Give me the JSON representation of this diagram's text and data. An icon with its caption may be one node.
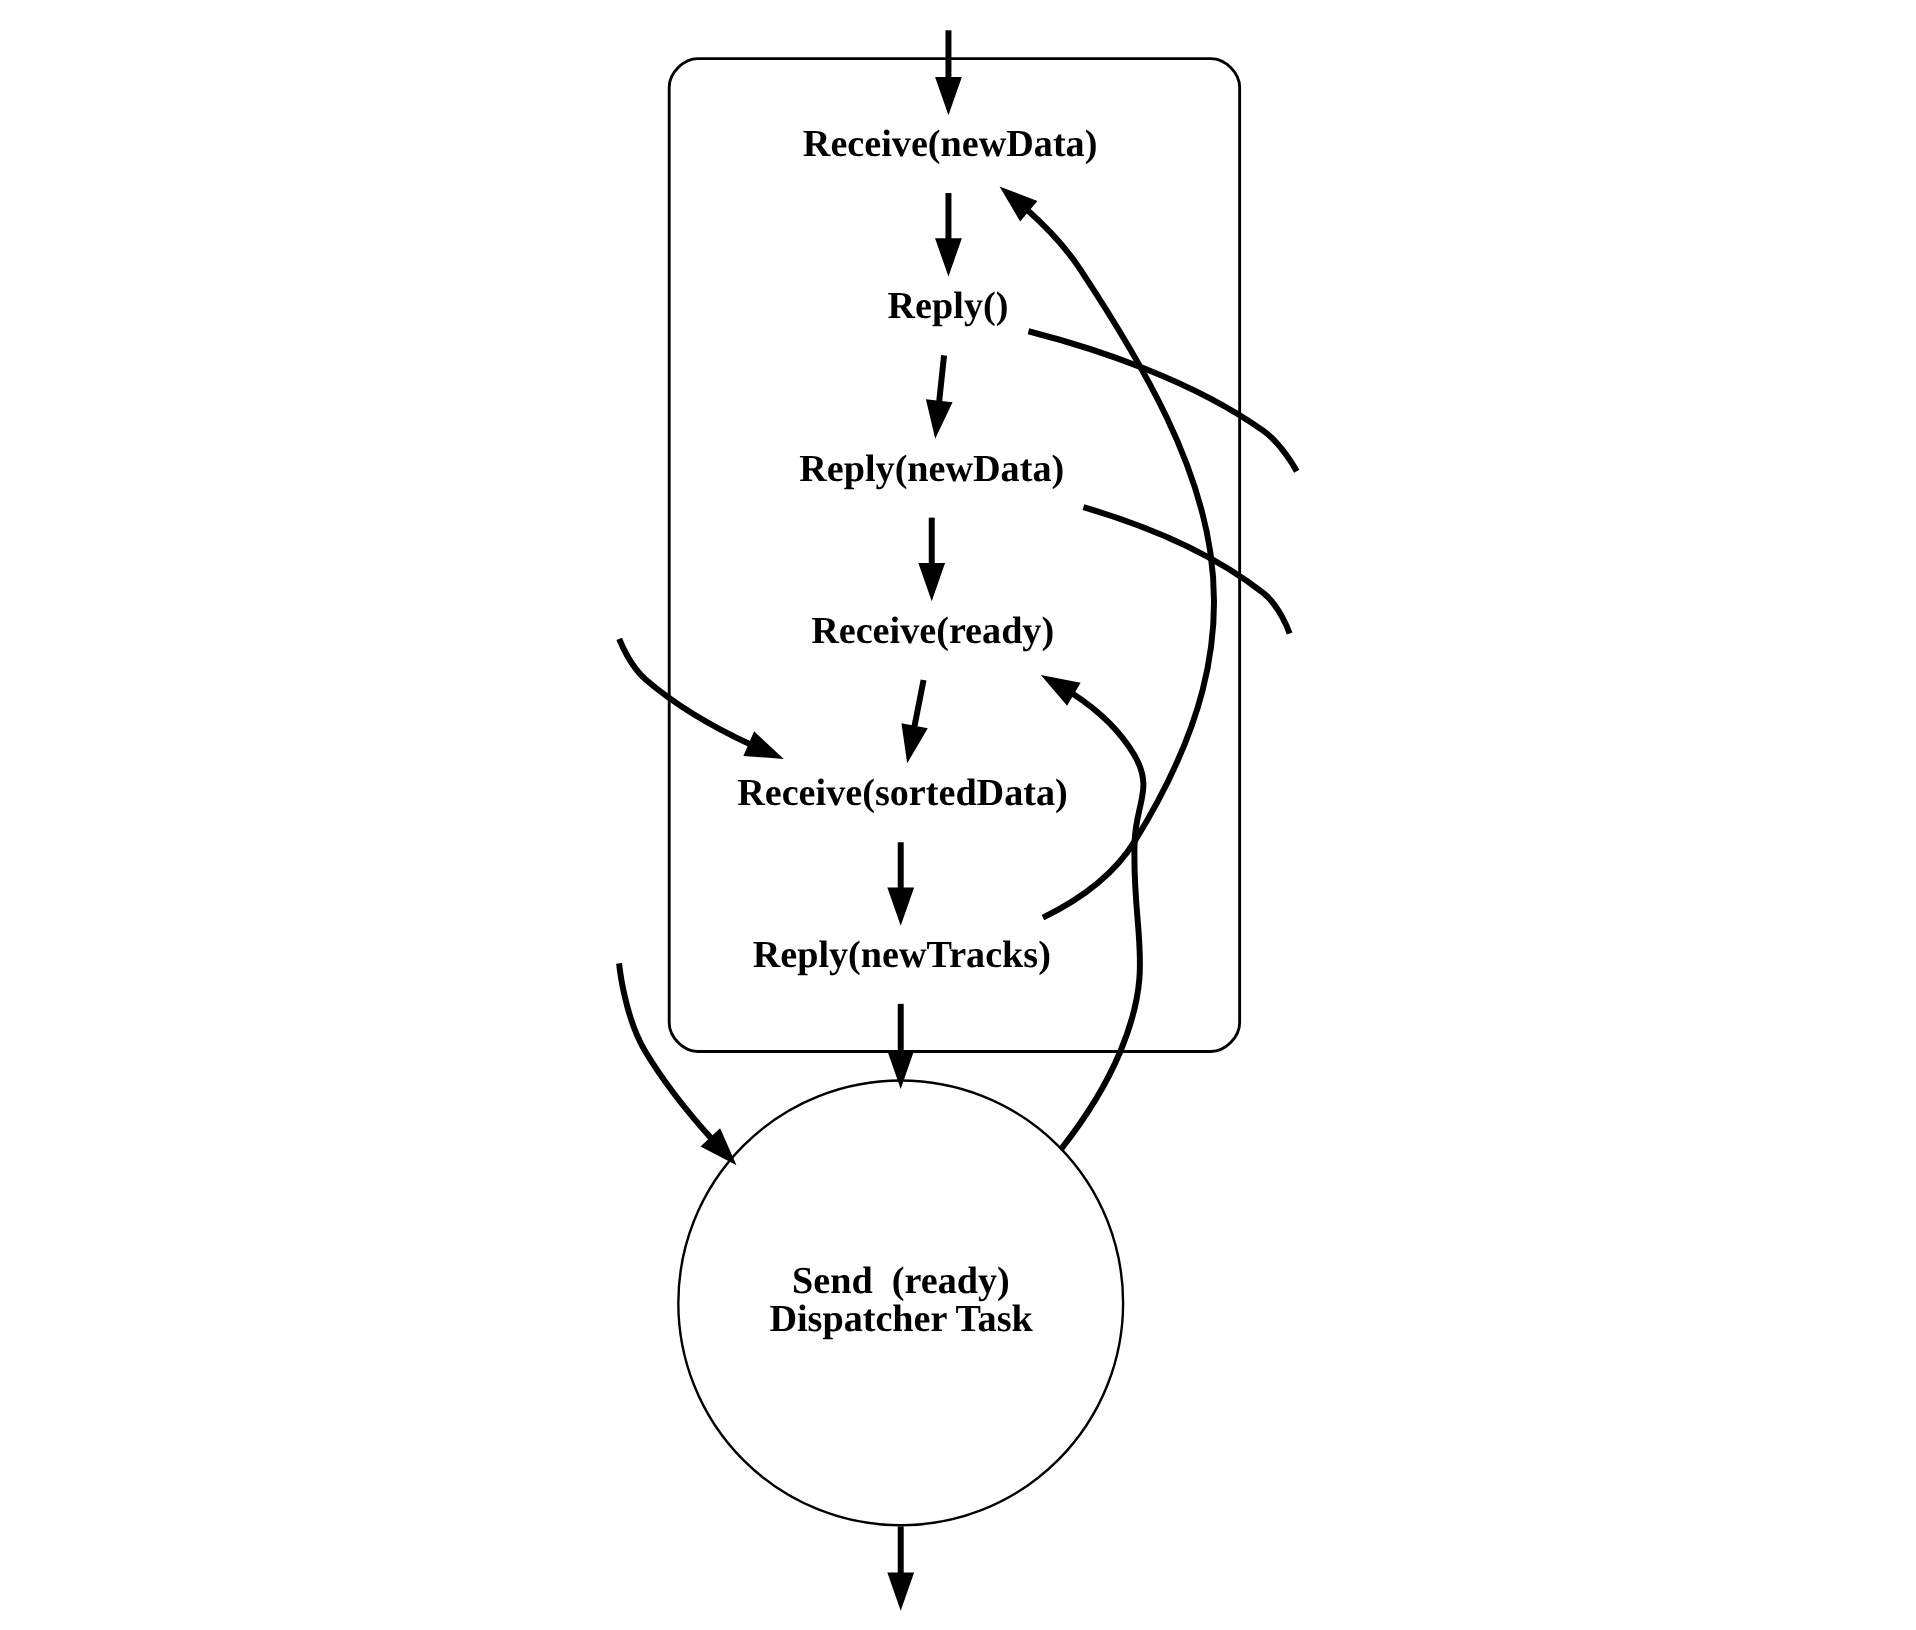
{
  "diagram": {
    "nodes": [
      {
        "text": [],
        "shape": "box"
      },
      {
        "text": [
          "Receive(newData)"
        ],
        "in": 0
      },
      {
        "text": [
          "Reply()"
        ],
        "in": 0
      },
      {
        "text": [
          "Reply(newData)"
        ],
        "in": 0
      },
      {
        "text": [
          "Receive(ready)"
        ],
        "in": 0
      },
      {
        "text": [
          "Receive(sortedData)"
        ],
        "in": 0
      },
      {
        "text": [
          "Reply(newTracks)"
        ],
        "in": 0
      },
      {
        "text": [
          "Send  (ready)",
          "Dispatcher Task"
        ]
      }
    ],
    "edges": [
      {
        "from": null,
        "to": 1,
        "arrow": "to"
      },
      {
        "from": 1,
        "to": 2,
        "arrow": "to"
      },
      {
        "from": 2,
        "to": null,
        "arrow": "none"
      },
      {
        "from": 2,
        "to": 3,
        "arrow": "to"
      },
      {
        "from": 3,
        "to": null,
        "arrow": "none"
      },
      {
        "from": 3,
        "to": 4,
        "arrow": "to"
      },
      {
        "from": 4,
        "to": 5,
        "arrow": "to"
      },
      {
        "from": null,
        "to": 5,
        "arrow": "to"
      },
      {
        "from": 5,
        "to": 6,
        "arrow": "to"
      },
      {
        "from": 6,
        "to": 1,
        "arrow": "to"
      },
      {
        "from": 6,
        "to": 7,
        "arrow": "to"
      },
      {
        "from": 7,
        "to": 4,
        "arrow": "to"
      },
      {
        "from": null,
        "to": 7,
        "arrow": "to"
      },
      {
        "from": 7,
        "to": null,
        "arrow": "to"
      }
    ]
  }
}
